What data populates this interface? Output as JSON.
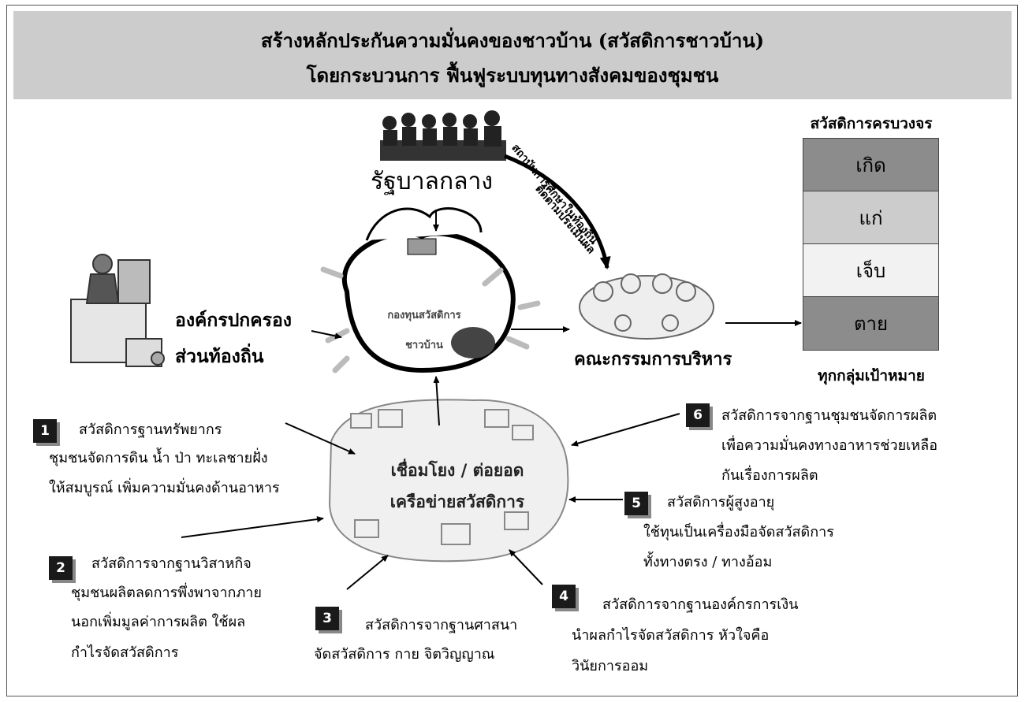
{
  "header": {
    "line1": "สร้างหลักประกันความมั่นคงของชาวบ้าน  (สวัสดิการชาวบ้าน)",
    "line2": "โดยกระบวนการ ฟื้นฟูระบบทุนทางสังคมของชุมชน"
  },
  "central_gov": {
    "label": "รัฐบาลกลาง"
  },
  "arrow_labels": {
    "monitor": "ติดตามประเมินผล",
    "institutions": "สถาบันการศึกษาในท้องถิ่น"
  },
  "local_gov": {
    "line1": "องค์กรปกครอง",
    "line2": "ส่วนท้องถิ่น"
  },
  "fund": {
    "line1": "กองทุนสวัสดิการ",
    "line2": "ชาวบ้าน"
  },
  "committee": {
    "label": "คณะกรรมการบริหาร"
  },
  "lifecycle": {
    "title": "สวัสดิการครบวงจร",
    "stages": [
      {
        "label": "เกิด",
        "color": "#8c8c8c"
      },
      {
        "label": "แก่",
        "color": "#cccccc"
      },
      {
        "label": "เจ็บ",
        "color": "#f2f2f2"
      },
      {
        "label": "ตาย",
        "color": "#8c8c8c"
      }
    ],
    "footer": "ทุกกลุ่มเป้าหมาย"
  },
  "network": {
    "line1": "เชื่อมโยง / ต่อยอด",
    "line2": "เครือข่ายสวัสดิการ"
  },
  "items": [
    {
      "num": "1",
      "lines": [
        "สวัสดิการฐานทรัพยากร",
        "ชุมชนจัดการดิน น้ำ ป่า ทะเลชายฝั่ง",
        "ให้สมบูรณ์ เพิ่มความมั่นคงด้านอาหาร"
      ]
    },
    {
      "num": "2",
      "lines": [
        "สวัสดิการจากฐานวิสาหกิจ",
        "ชุมชนผลิตลดการพึ่งพาจากภาย",
        "นอกเพิ่มมูลค่าการผลิต ใช้ผล",
        "กำไรจัดสวัสดิการ"
      ]
    },
    {
      "num": "3",
      "lines": [
        "สวัสดิการจากฐานศาสนา",
        "จัดสวัสดิการ กาย จิตวิญญาณ"
      ]
    },
    {
      "num": "4",
      "lines": [
        "สวัสดิการจากฐานองค์กรการเงิน",
        "นำผลกำไรจัดสวัสดิการ หัวใจคือ",
        "วินัยการออม"
      ]
    },
    {
      "num": "5",
      "lines": [
        "สวัสดิการผู้สูงอายุ",
        "ใช้ทุนเป็นเครื่องมือจัดสวัสดิการ",
        "ทั้งทางตรง / ทางอ้อม"
      ]
    },
    {
      "num": "6",
      "lines": [
        "สวัสดิการจากฐานชุมชนจัดการผลิต",
        "เพื่อความมั่นคงทางอาหารช่วยเหลือ",
        "กันเรื่องการผลิต"
      ]
    }
  ]
}
